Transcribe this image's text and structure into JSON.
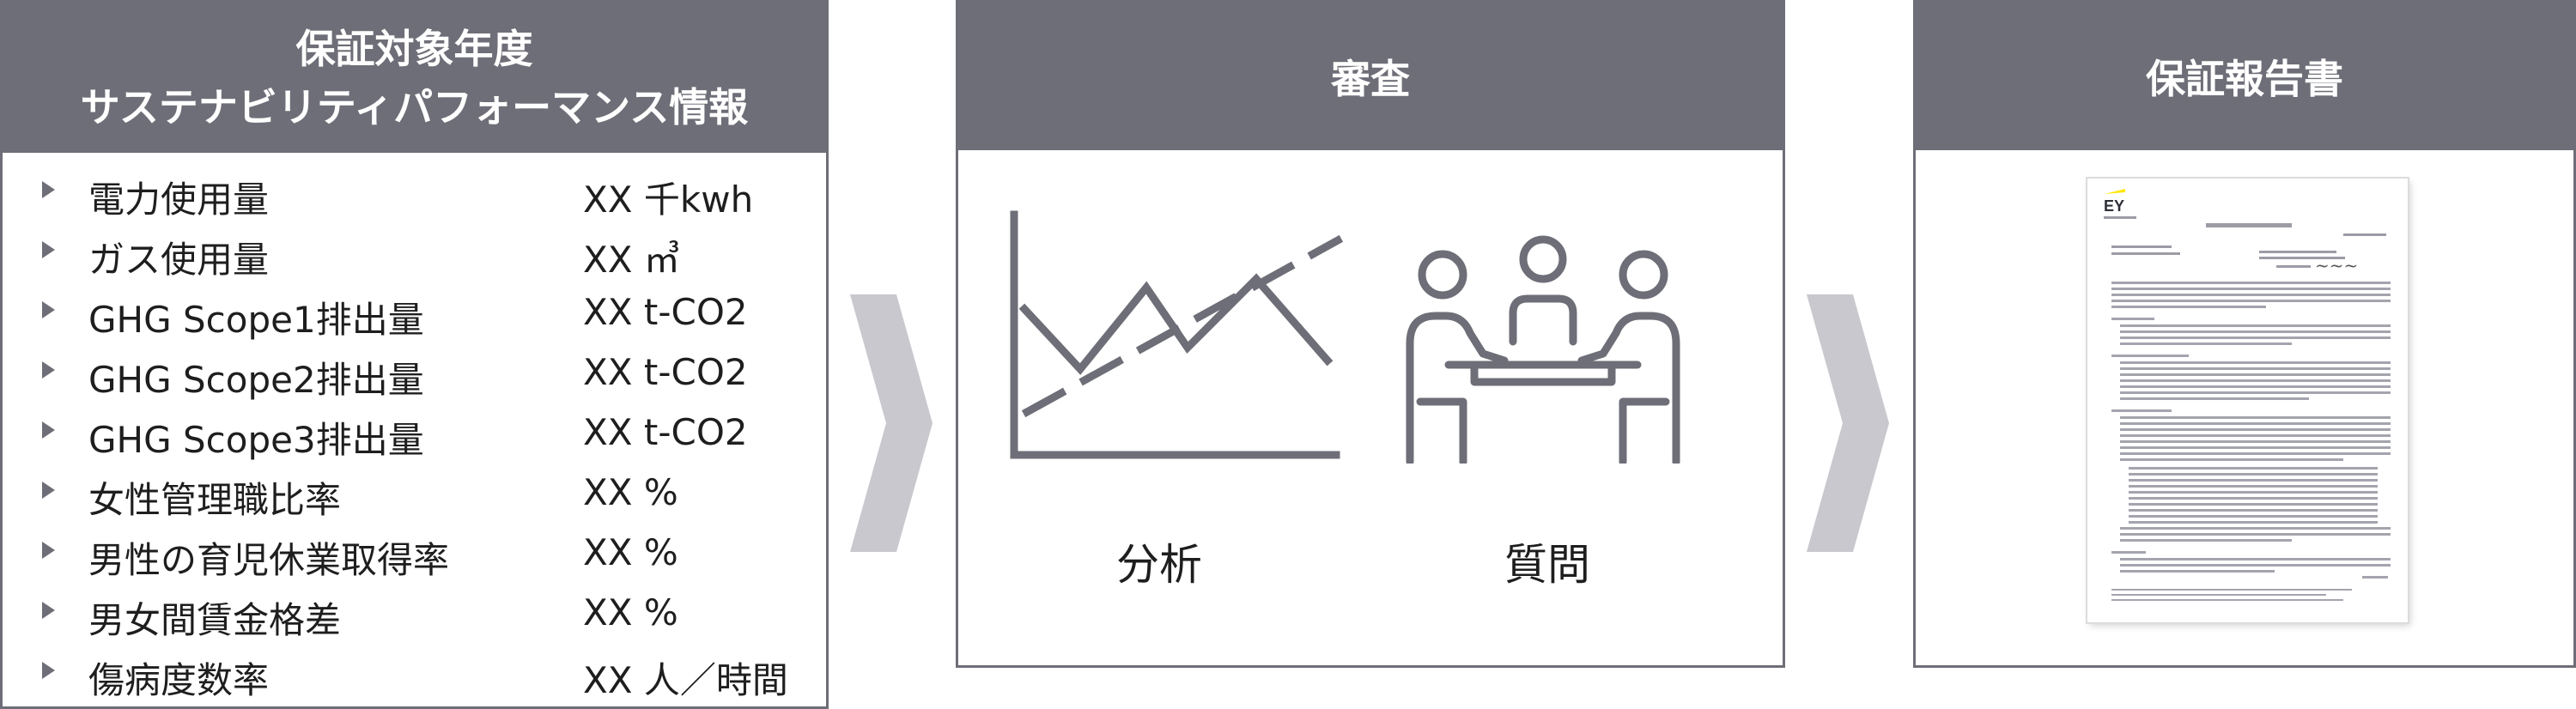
{
  "left_panel": {
    "title_line1": "保証対象年度",
    "title_line2": "サステナビリティパフォーマンス情報",
    "metrics": [
      {
        "name": "電力使用量",
        "value": "XX  千kwh"
      },
      {
        "name": "ガス使用量",
        "value": "XX ㎥"
      },
      {
        "name": "GHG Scope1排出量",
        "value": "XX t-CO2"
      },
      {
        "name": "GHG Scope2排出量",
        "value": "XX t-CO2"
      },
      {
        "name": "GHG Scope3排出量",
        "value": "XX t-CO2"
      },
      {
        "name": "女性管理職比率",
        "value": "XX %"
      },
      {
        "name": "男性の育児休業取得率",
        "value": "XX %"
      },
      {
        "name": "男女間賃金格差",
        "value": "XX %"
      },
      {
        "name": "傷病度数率",
        "value": "XX 人／時間"
      }
    ]
  },
  "middle_panel": {
    "title": "審査",
    "analysis_label": "分析",
    "questions_label": "質問"
  },
  "right_panel": {
    "title": "保証報告書",
    "document": {
      "logo": "EY"
    }
  },
  "colors": {
    "header_gray": "#6e6e78",
    "chevron_gray": "#c8c8ce",
    "ey_yellow": "#ffe600"
  }
}
